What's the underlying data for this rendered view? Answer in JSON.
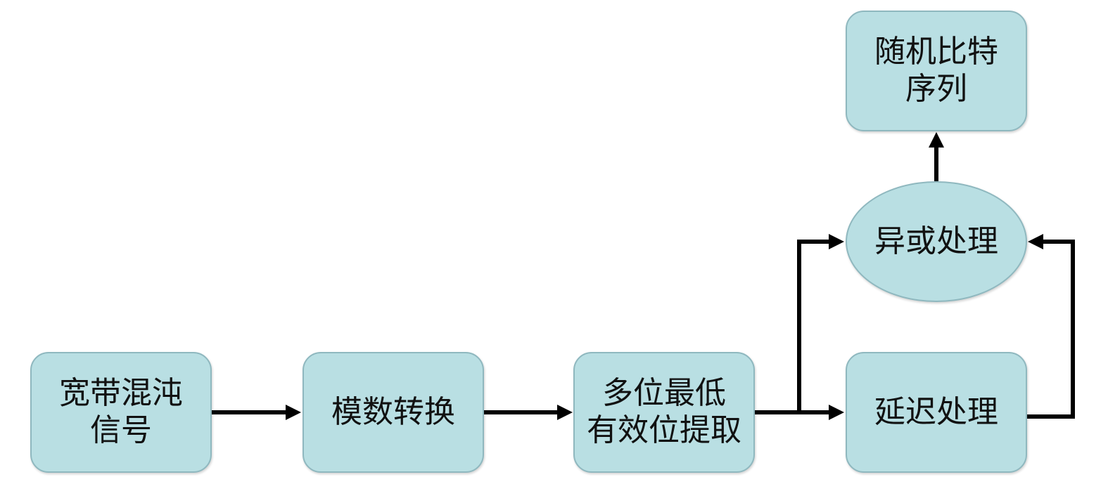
{
  "nodes": {
    "wideband_chaos": {
      "line1": "宽带混沌",
      "line2": "信号"
    },
    "adc": {
      "label": "模数转换"
    },
    "lsb_extract": {
      "line1": "多位最低",
      "line2": "有效位提取"
    },
    "delay": {
      "label": "延迟处理"
    },
    "xor": {
      "label": "异或处理"
    },
    "random_bits": {
      "line1": "随机比特",
      "line2": "序列"
    }
  },
  "edges": [
    {
      "from": "wideband_chaos",
      "to": "adc"
    },
    {
      "from": "adc",
      "to": "lsb_extract"
    },
    {
      "from": "lsb_extract",
      "to": "delay"
    },
    {
      "from": "lsb_extract",
      "to": "xor"
    },
    {
      "from": "delay",
      "to": "xor"
    },
    {
      "from": "xor",
      "to": "random_bits"
    }
  ],
  "colors": {
    "node_fill": "#b9dfe3",
    "node_border": "#8fb8bf",
    "arrow": "#000000"
  }
}
